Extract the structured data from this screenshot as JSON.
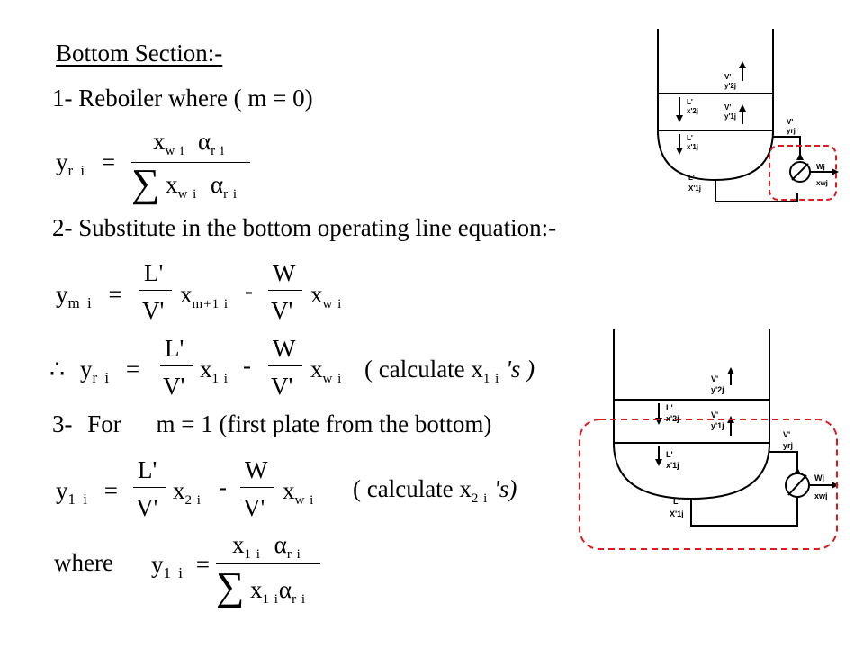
{
  "heading": "Bottom Section:-",
  "step1": {
    "num": "1-",
    "text": "Reboiler  where ( m = 0)"
  },
  "eq1": {
    "lhs_var": "y",
    "lhs_sub": "r i",
    "eq": "=",
    "num_x": "x",
    "num_xsub": "w i",
    "num_a": "α",
    "num_asub": "r i",
    "den_sum": "∑",
    "den_x": "x",
    "den_xsub": "w i",
    "den_a": "α",
    "den_asub": "r i"
  },
  "step2": {
    "num": "2-",
    "text": "Substitute in the bottom operating line equation:-"
  },
  "eq2": {
    "lhs_var": "y",
    "lhs_sub": "m i",
    "eq": "=",
    "frac1_num": "L'",
    "frac1_den": "V'",
    "x1": "x",
    "x1_sub": "m+1 i",
    "minus": "-",
    "frac2_num": "W",
    "frac2_den": "V'",
    "x2": "x",
    "x2_sub": "w i"
  },
  "eq3": {
    "therefore": "∴",
    "lhs_var": "y",
    "lhs_sub": "r i",
    "eq": "=",
    "frac1_num": "L'",
    "frac1_den": "V'",
    "x1": "x",
    "x1_sub": "1 i",
    "minus": "-",
    "frac2_num": "W",
    "frac2_den": "V'",
    "x2": "x",
    "x2_sub": "w i",
    "note_open": "( calculate x",
    "note_sub": "1 i",
    "note_close": " 's  )"
  },
  "step3": {
    "num": "3-",
    "text1": "For",
    "text2": "m = 1  (first plate from the bottom)"
  },
  "eq4": {
    "lhs_var": "y",
    "lhs_sub": "1 i",
    "eq": "=",
    "frac1_num": "L'",
    "frac1_den": "V'",
    "x1": "x",
    "x1_sub": "2 i",
    "minus": "-",
    "frac2_num": "W",
    "frac2_den": "V'",
    "x2": "x",
    "x2_sub": "w i",
    "note_open": "( calculate x",
    "note_sub": "2 i",
    "note_close": " 's)"
  },
  "eq5": {
    "where": "where",
    "lhs_var": "y",
    "lhs_sub": "1 i",
    "eq": "=",
    "num_x": "x",
    "num_xsub": "1 i",
    "num_a": "α",
    "num_asub": "r i",
    "den_sum": "∑",
    "den_x": "x",
    "den_xsub": "1 i",
    "den_a": "α",
    "den_asub": "r i"
  },
  "diagram_top": {
    "v": "V'",
    "y2": "y'2j",
    "l1": "L'",
    "x2": "x'2j",
    "v2": "V'",
    "y1": "y'1j",
    "l2": "L'",
    "x1": "x'1j",
    "vr": "V'",
    "yrj": "yrj",
    "lb": "L'",
    "xb": "X'1j",
    "w": "Wj",
    "xw": "xwj"
  },
  "diagram_bottom": {
    "v": "V'",
    "y2": "y'2j",
    "l1": "L'",
    "x2": "x'2j",
    "v2": "V'",
    "y1": "y'1j",
    "l2": "L'",
    "x1": "x'1j",
    "vr": "V'",
    "yrj": "yrj",
    "lb": "L'",
    "xb": "X'1j",
    "w": "Wj",
    "xw": "xwj"
  },
  "colors": {
    "highlight": "#e0191f"
  }
}
